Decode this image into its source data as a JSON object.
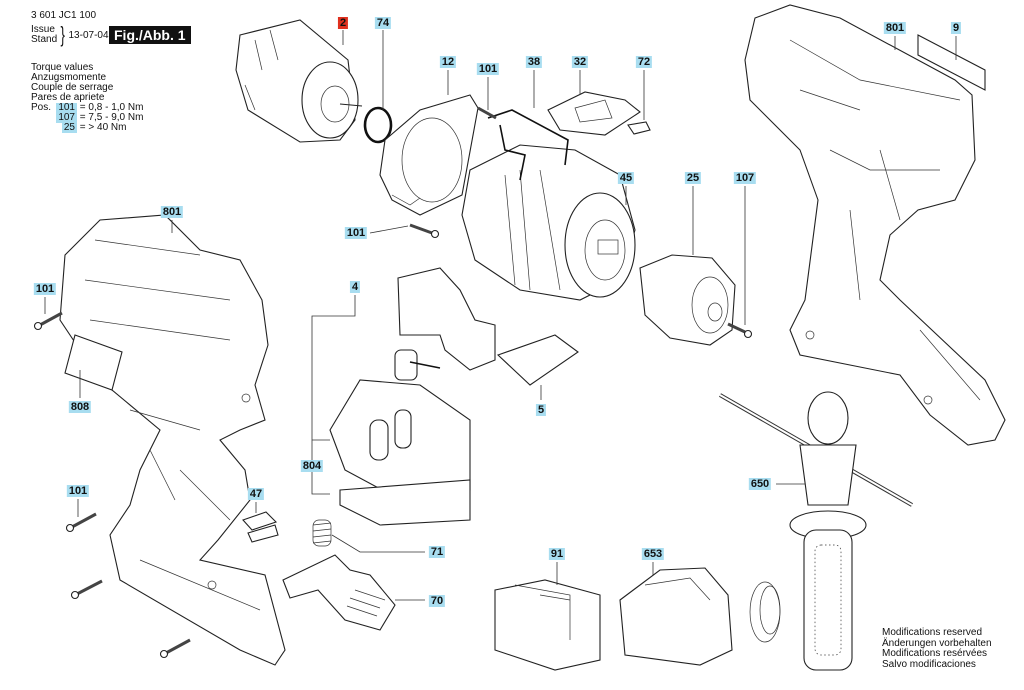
{
  "header": {
    "doc_number": "3 601 JC1 100",
    "issue_label": "Issue",
    "stand_label": "Stand",
    "issue_date": "13-07-04",
    "figure_label": "Fig./Abb. 1"
  },
  "torque": {
    "titles": [
      "Torque values",
      "Anzugsmomente",
      "Couple de serrage",
      "Pares de apriete"
    ],
    "pos_label": "Pos.",
    "rows": [
      {
        "pos": "101",
        "value": "= 0,8 - 1,0 Nm"
      },
      {
        "pos": "107",
        "value": "= 7,5 - 9,0 Nm"
      },
      {
        "pos": "25",
        "value": "= > 40 Nm"
      }
    ]
  },
  "footer": {
    "lines": [
      "Modifications reserved",
      "Änderungen vorbehalten",
      "Modifications resérvées",
      "Salvo modificaciones"
    ]
  },
  "colors": {
    "label_highlight": "#a8ddf0",
    "label_highlight_alert": "#e0301e",
    "figure_badge": "#111111"
  },
  "parts": [
    {
      "id": "2",
      "name": "motor",
      "highlight": "red"
    },
    {
      "id": "74",
      "name": "o-ring",
      "highlight": "blue"
    },
    {
      "id": "12",
      "name": "motor-bracket",
      "highlight": "blue"
    },
    {
      "id": "101",
      "name": "screw-top",
      "highlight": "blue"
    },
    {
      "id": "38",
      "name": "wire-clip",
      "highlight": "blue"
    },
    {
      "id": "32",
      "name": "slide-switch",
      "highlight": "blue"
    },
    {
      "id": "72",
      "name": "retaining-clip",
      "highlight": "blue"
    },
    {
      "id": "801",
      "name": "housing-right",
      "highlight": "blue"
    },
    {
      "id": "9",
      "name": "nameplate",
      "highlight": "blue"
    },
    {
      "id": "45",
      "name": "gearbox",
      "highlight": "blue"
    },
    {
      "id": "25",
      "name": "keyless-chuck",
      "highlight": "blue"
    },
    {
      "id": "107",
      "name": "chuck-screw",
      "highlight": "blue"
    },
    {
      "id": "101",
      "name": "screw-gearbox",
      "highlight": "blue"
    },
    {
      "id": "801",
      "name": "housing-left",
      "highlight": "blue"
    },
    {
      "id": "101",
      "name": "screw-housing-upper",
      "highlight": "blue"
    },
    {
      "id": "808",
      "name": "label-plate",
      "highlight": "blue"
    },
    {
      "id": "4",
      "name": "switch-assembly",
      "highlight": "blue"
    },
    {
      "id": "5",
      "name": "switch-cover",
      "highlight": "blue"
    },
    {
      "id": "804",
      "name": "electronics-module",
      "highlight": "blue"
    },
    {
      "id": "101",
      "name": "screw-housing-lower",
      "highlight": "blue"
    },
    {
      "id": "47",
      "name": "led-lens",
      "highlight": "blue"
    },
    {
      "id": "71",
      "name": "spring",
      "highlight": "blue"
    },
    {
      "id": "70",
      "name": "battery-latch",
      "highlight": "blue"
    },
    {
      "id": "650",
      "name": "auxiliary-handle",
      "highlight": "blue"
    },
    {
      "id": "91",
      "name": "battery-pack",
      "highlight": "blue"
    },
    {
      "id": "653",
      "name": "charger",
      "highlight": "blue"
    }
  ]
}
